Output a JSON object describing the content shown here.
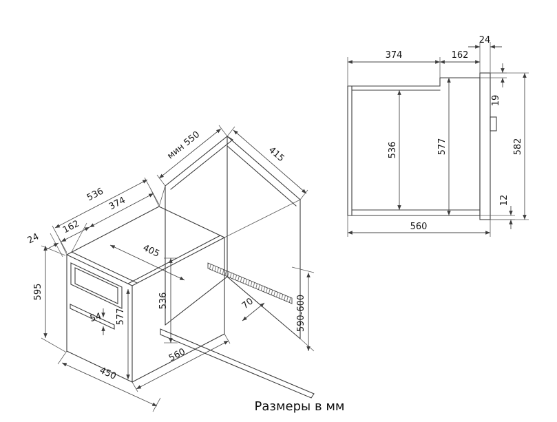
{
  "page": {
    "caption": "Размеры в мм"
  },
  "colors": {
    "line": "#3c3c3c",
    "text": "#161616",
    "background": "#ffffff"
  },
  "views": {
    "isometric": {
      "label": "installation-isometric-view",
      "dims": {
        "depth_total": "536",
        "depth_rear": "374",
        "depth_front": "162",
        "front_overhang": "24",
        "top_width": "405",
        "height_total": "595",
        "height_carcass": "536",
        "height_front": "577",
        "handle_gap": "54",
        "bottom_width": "450",
        "bottom_depth": "560",
        "niche_depth_min": "мин 550",
        "niche_top_width": "415",
        "floor_clearance": "70",
        "niche_height": "590-600"
      }
    },
    "side": {
      "label": "side-view",
      "dims": {
        "depth_rear": "374",
        "depth_front": "162",
        "front_overhang": "24",
        "top_gap": "19",
        "height_inner": "536",
        "height_carcass": "577",
        "height_total": "582",
        "bottom_gap": "12",
        "depth_total": "560"
      }
    }
  }
}
